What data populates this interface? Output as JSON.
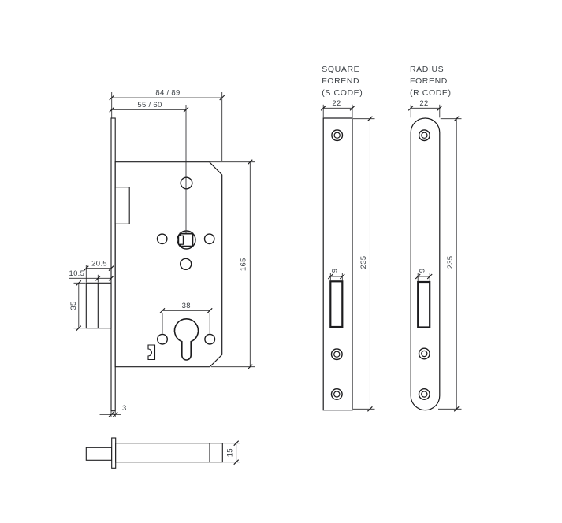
{
  "colors": {
    "line": "#1c1c1e",
    "text": "#3c4146",
    "background": "#ffffff"
  },
  "front_view": {
    "dim_overall_width": "84 / 89",
    "dim_backset": "55 / 60",
    "dim_case_height": "165",
    "dim_bolt_throw": "20.5",
    "dim_bolt_step": "10.5",
    "dim_bolt_height": "35",
    "dim_cylinder_fixing_centres": "38",
    "dim_forend_thickness": "3"
  },
  "side_view": {
    "dim_case_thickness": "15"
  },
  "square_forend": {
    "label_lines": [
      "SQUARE",
      "FOREND",
      "(S CODE)"
    ],
    "dim_width": "22",
    "dim_length": "235",
    "dim_slot_width": "9"
  },
  "radius_forend": {
    "label_lines": [
      "RADIUS",
      "FOREND",
      "(R CODE)"
    ],
    "dim_width": "22",
    "dim_length": "235",
    "dim_slot_width": "9"
  }
}
